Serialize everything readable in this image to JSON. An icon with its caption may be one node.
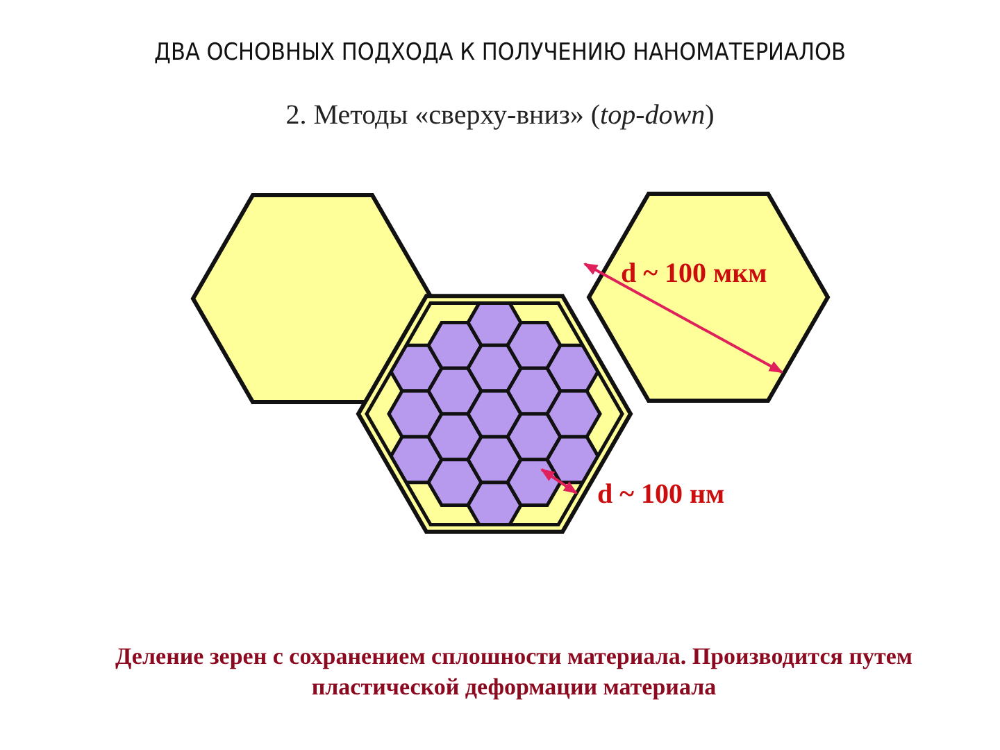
{
  "diagram": {
    "title": "ДВА ОСНОВНЫХ ПОДХОДА К ПОЛУЧЕНИЮ НАНОМАТЕРИАЛОВ",
    "caption": "Деление зерен с сохранением сплошности материала. Производится путем пластической деформации материала",
    "labels": [
      "2. Методы «сверху-вниз» (*top-down*)",
      "d ~ 100 мкм",
      "d ~ 100 нм"
    ]
  }
}
